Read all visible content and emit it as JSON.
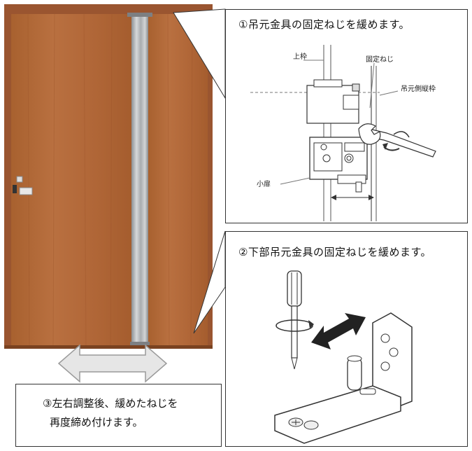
{
  "steps": {
    "step1": "①吊元金具の固定ねじを緩めます。",
    "step2": "②下部吊元金具の固定ねじを緩めます。",
    "step3_line1": "③左右調整後、緩めたねじを",
    "step3_line2": "再度締め付けます。"
  },
  "labels": {
    "upper_frame": "上枠",
    "fixing_screw": "固定ねじ",
    "hinge_side_frame": "吊元側縦枠",
    "small_door": "小扉"
  },
  "colors": {
    "door_wood": "#b36b3c",
    "door_wood_dark": "#8e4f27",
    "frame_wood": "#a35f33",
    "metal_strip": "#b9bcbf",
    "arrow_fill": "#e6e6e6",
    "arrow_stroke": "#9a9a9a"
  }
}
